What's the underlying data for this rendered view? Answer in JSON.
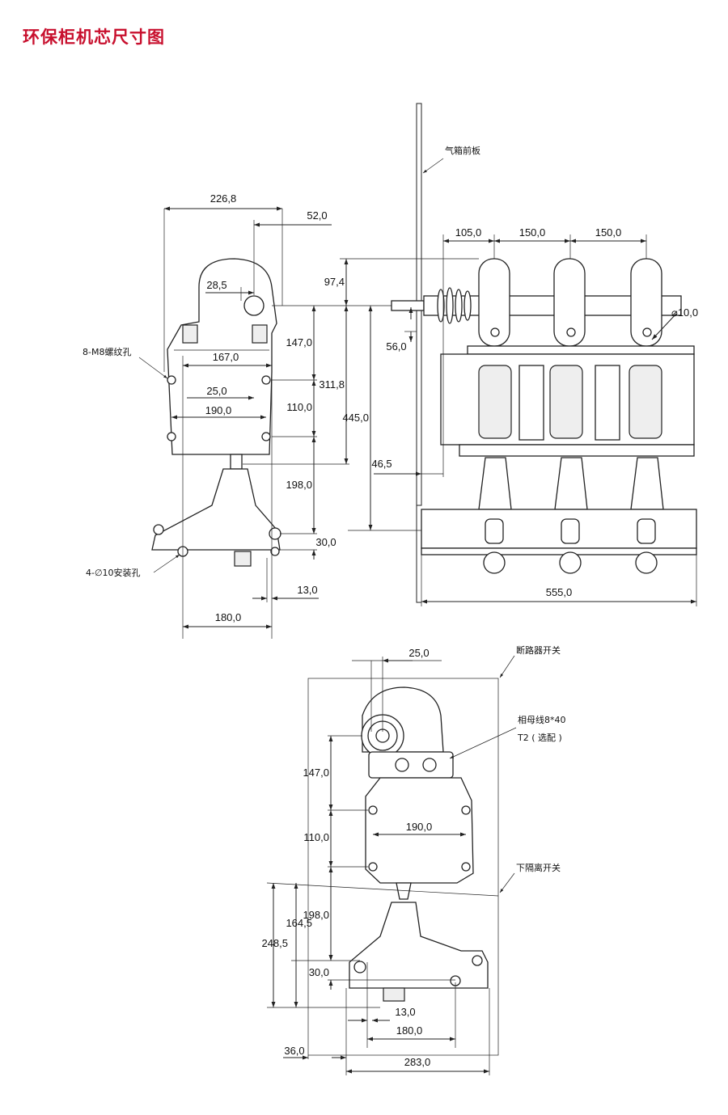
{
  "title": "环保柜机芯尺寸图",
  "side_view": {
    "dims": {
      "d226_8": "226,8",
      "d52_0": "52,0",
      "d28_5": "28,5",
      "d147_0": "147,0",
      "d167_0": "167,0",
      "d25_0": "25,0",
      "d190_0": "190,0",
      "d110_0": "110,0",
      "d311_8": "311,8",
      "d198_0": "198,0",
      "d30_0": "30,0",
      "d13_0": "13,0",
      "d180_0": "180,0"
    },
    "notes": {
      "m8": "8-M8螺纹孔",
      "holes": "4-∅10安装孔"
    }
  },
  "front_view": {
    "dims": {
      "d105_0": "105,0",
      "d150_0a": "150,0",
      "d150_0b": "150,0",
      "d97_4": "97,4",
      "d10_0": "⌀10,0",
      "d56_0": "56,0",
      "d445_0": "445,0",
      "d46_5": "46,5",
      "d555_0": "555,0"
    },
    "notes": {
      "panel": "气箱前板"
    }
  },
  "bottom_view": {
    "dims": {
      "d25_0": "25,0",
      "d147_0": "147,0",
      "d190_0": "190,0",
      "d110_0": "110,0",
      "d164_5": "164,5",
      "d198_0": "198,0",
      "d248_5": "248,5",
      "d30_0": "30,0",
      "d13_0": "13,0",
      "d180_0": "180,0",
      "d36_0": "36,0",
      "d283_0": "283,0"
    },
    "notes": {
      "breaker": "断路器开关",
      "busbar": "相母线8*40",
      "t2": "T2 ( 选配 )",
      "lower": "下隔离开关"
    }
  },
  "colors": {
    "title": "#c8102e",
    "line": "#222222"
  }
}
